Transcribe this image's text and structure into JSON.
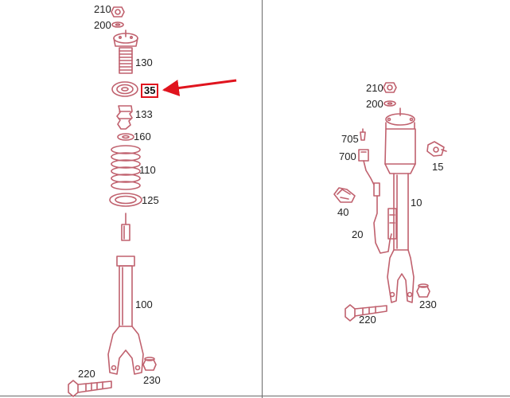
{
  "colors": {
    "part": "#c0616e",
    "outline": "#333333",
    "highlight": "#e0141e",
    "divider": "#6a6a6a"
  },
  "highlighted_part": "35",
  "left_assembly": {
    "labels": [
      "210",
      "200",
      "130",
      "35",
      "133",
      "160",
      "110",
      "125",
      "100",
      "220",
      "230"
    ]
  },
  "right_assembly": {
    "labels": [
      "210",
      "200",
      "705",
      "700",
      "15",
      "40",
      "10",
      "20",
      "230",
      "220"
    ]
  }
}
